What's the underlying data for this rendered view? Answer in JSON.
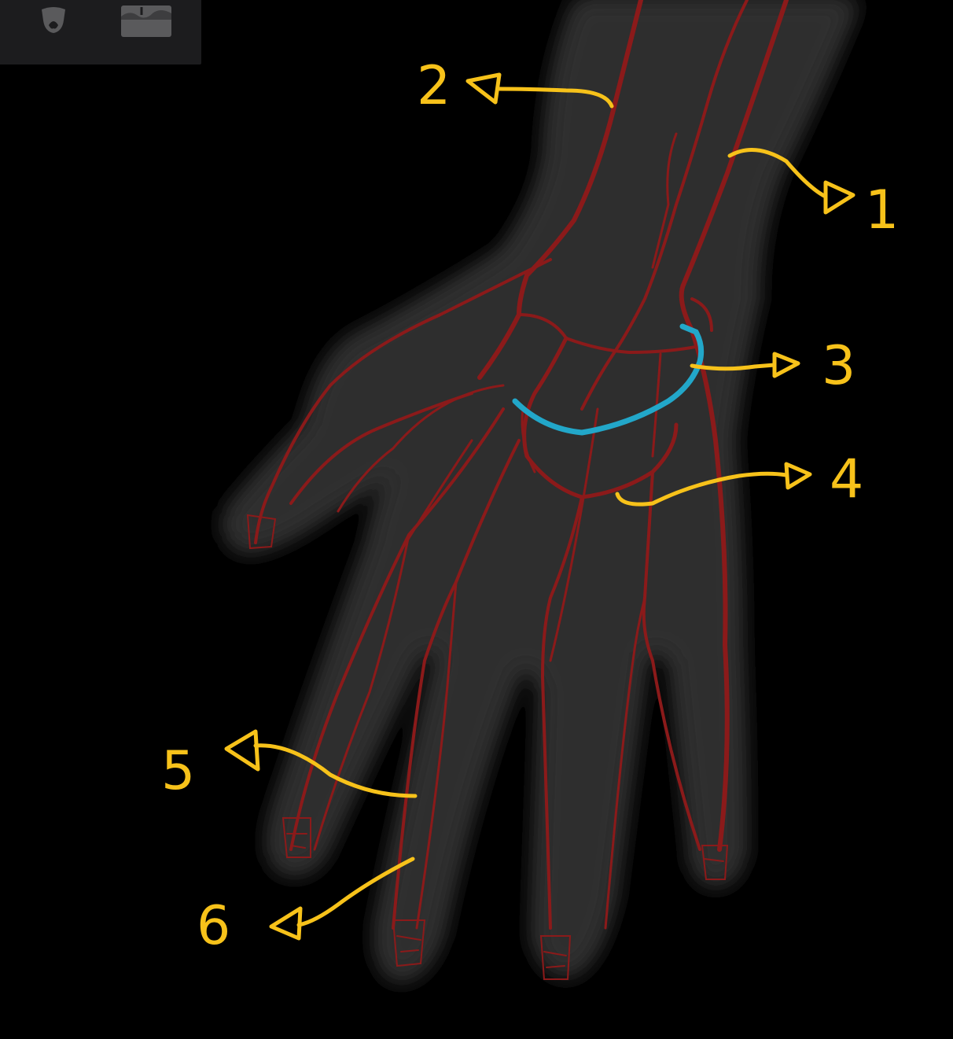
{
  "toolbar": {
    "buttons": [
      {
        "icon": "anatomy-view-icon"
      },
      {
        "icon": "skin-layer-icon"
      }
    ]
  },
  "colors": {
    "background": "#000000",
    "body_silhouette": "#2a2a2a",
    "artery": "#8b1a1a",
    "highlight_arch": "#22a7c9",
    "annotation": "#f7c21a"
  },
  "labels": {
    "l1": "1",
    "l2": "2",
    "l3": "3",
    "l4": "4",
    "l5": "5",
    "l6": "6"
  }
}
